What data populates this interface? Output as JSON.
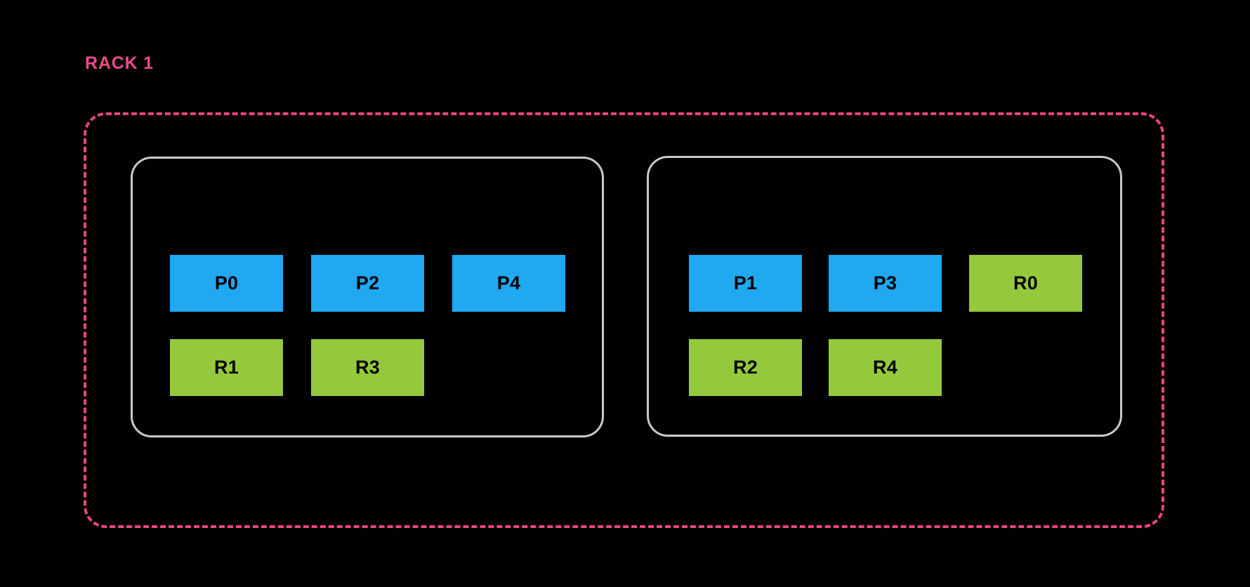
{
  "diagram": {
    "type": "rack-placement-diagram",
    "background_color": "#000000",
    "rack": {
      "label": "RACK 1",
      "label_color": "#ec4b8c",
      "border_color": "#ec4580",
      "border_style": "dashed"
    },
    "legend_colors": {
      "primary": "#20a8f0",
      "replica": "#95c93d",
      "host_border": "#c9c9c9"
    },
    "hosts": [
      {
        "name": "host-left",
        "rows": [
          {
            "name": "primaries",
            "cells": [
              {
                "label": "P0",
                "kind": "primary"
              },
              {
                "label": "P2",
                "kind": "primary"
              },
              {
                "label": "P4",
                "kind": "primary"
              }
            ]
          },
          {
            "name": "replicas",
            "cells": [
              {
                "label": "R1",
                "kind": "replica"
              },
              {
                "label": "R3",
                "kind": "replica"
              }
            ]
          }
        ]
      },
      {
        "name": "host-right",
        "rows": [
          {
            "name": "primaries",
            "cells": [
              {
                "label": "P1",
                "kind": "primary"
              },
              {
                "label": "P3",
                "kind": "primary"
              },
              {
                "label": "R0",
                "kind": "replica"
              }
            ]
          },
          {
            "name": "replicas",
            "cells": [
              {
                "label": "R2",
                "kind": "replica"
              },
              {
                "label": "R4",
                "kind": "replica"
              }
            ]
          }
        ]
      }
    ]
  }
}
